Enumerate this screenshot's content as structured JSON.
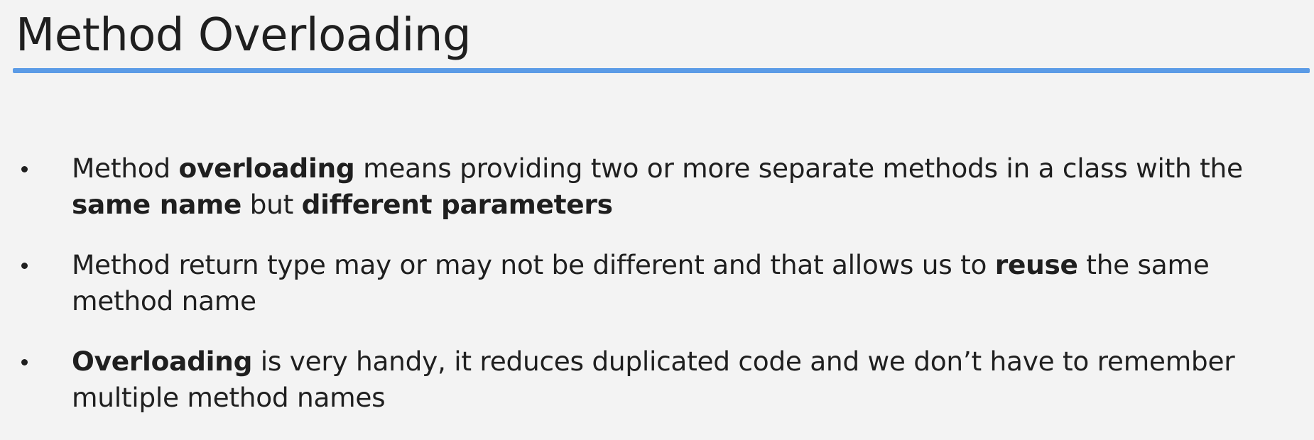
{
  "slide": {
    "title": "Method Overloading",
    "accent_color": "#5b9be6",
    "bullets": [
      {
        "segments": [
          {
            "text": "Method ",
            "bold": false
          },
          {
            "text": "overloading",
            "bold": true
          },
          {
            "text": " means providing two or more separate methods in a class with the ",
            "bold": false
          },
          {
            "text": "same name",
            "bold": true
          },
          {
            "text": " but ",
            "bold": false
          },
          {
            "text": "different parameters",
            "bold": true
          }
        ]
      },
      {
        "segments": [
          {
            "text": "Method return type may or may not be different and that allows us to ",
            "bold": false
          },
          {
            "text": "reuse",
            "bold": true
          },
          {
            "text": " the same method name",
            "bold": false
          }
        ]
      },
      {
        "segments": [
          {
            "text": "Overloading",
            "bold": true
          },
          {
            "text": " is very handy, it reduces duplicated code and we don’t have to remember multiple method names",
            "bold": false
          }
        ]
      }
    ]
  }
}
